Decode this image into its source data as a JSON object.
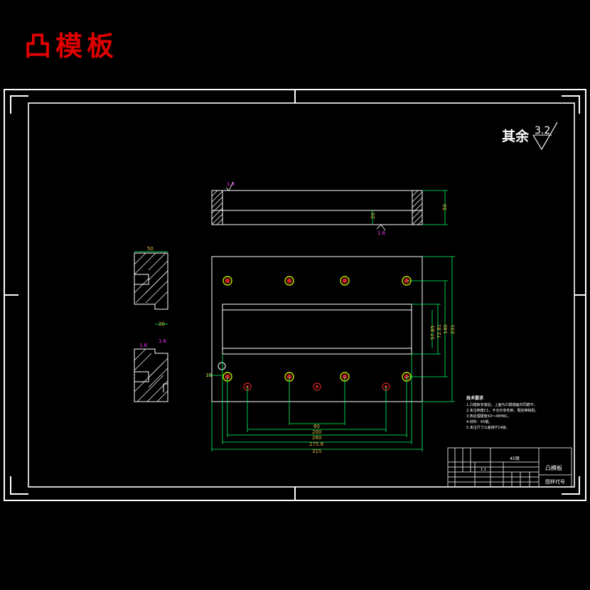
{
  "title": "凸模板",
  "roughness": {
    "prefix": "其余",
    "value": "3.2"
  },
  "roughness_marks": [
    "1.6",
    "1.6",
    "1.6",
    "1.6"
  ],
  "dimensions": {
    "front_height": "50",
    "front_slot": "20",
    "side_width": "50",
    "side_slot": "20",
    "left_offset": "15",
    "h1": "57.85",
    "h2": "72.81",
    "h3": "140",
    "h4": "231",
    "b1": "80",
    "b2": "200",
    "b3": "260",
    "b4": "275.8",
    "b5": "315"
  },
  "tech_req": {
    "heading": "技术要求",
    "lines": [
      "1.凸模板安装后，上面与凸模端面共同磨平，",
      "2.未注倒角C1，不允许有毛刺、裂纹等缺陷，",
      "3.热处理硬度43～48HRC。",
      "4.材料：45钢。",
      "5.未注尺寸公差按IT14级。"
    ]
  },
  "title_block": {
    "part_name": "凸模板",
    "drawing_no": "图样代号",
    "scale_label": "1:1",
    "material": "45钢"
  }
}
